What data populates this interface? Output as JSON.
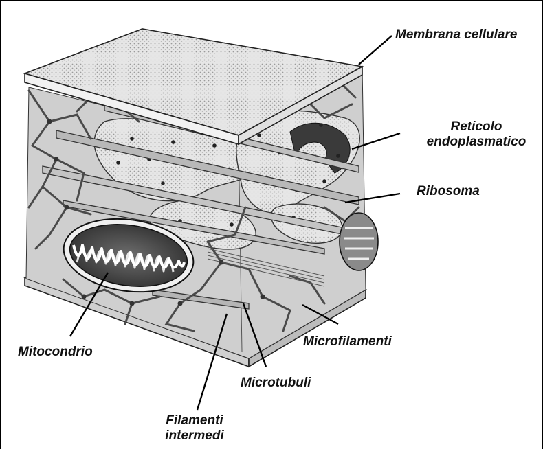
{
  "diagram": {
    "labels": {
      "membrana": "Membrana cellulare",
      "reticolo_line1": "Reticolo",
      "reticolo_line2": "endoplasmatico",
      "ribosoma": "Ribosoma",
      "mitocondrio": "Mitocondrio",
      "microfilamenti": "Microfilamenti",
      "microtubuli": "Microtubuli",
      "filamenti_line1": "Filamenti",
      "filamenti_line2": "intermedi"
    }
  }
}
